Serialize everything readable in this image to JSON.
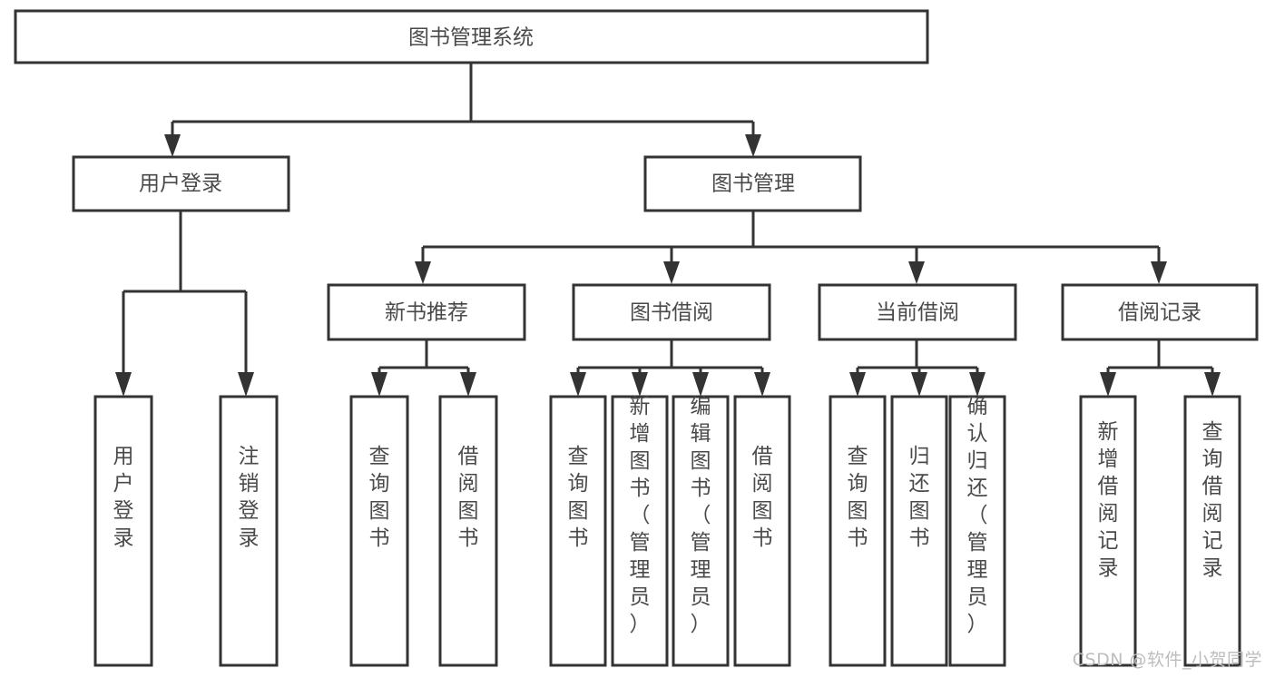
{
  "diagram": {
    "title": "图书管理系统",
    "type": "tree-hierarchy",
    "watermark": "CSDN @软件_小贺同学",
    "root": {
      "label": "图书管理系统"
    },
    "level2": [
      {
        "label": "用户登录"
      },
      {
        "label": "图书管理"
      }
    ],
    "level3": [
      {
        "label": "新书推荐"
      },
      {
        "label": "图书借阅"
      },
      {
        "label": "当前借阅"
      },
      {
        "label": "借阅记录"
      }
    ],
    "leaves": {
      "user_login": [
        {
          "label": "用户登录"
        },
        {
          "label": "注销登录"
        }
      ],
      "new_book_recommend": [
        {
          "label": "查询图书"
        },
        {
          "label": "借阅图书"
        }
      ],
      "book_borrow": [
        {
          "label": "查询图书"
        },
        {
          "label": "新增图书（管理员）"
        },
        {
          "label": "编辑图书（管理员）"
        },
        {
          "label": "借阅图书"
        }
      ],
      "current_borrow": [
        {
          "label": "查询图书"
        },
        {
          "label": "归还图书"
        },
        {
          "label": "确认归还（管理员）"
        }
      ],
      "borrow_record": [
        {
          "label": "新增借阅记录"
        },
        {
          "label": "查询借阅记录"
        }
      ]
    },
    "colors": {
      "box_stroke": "#333333",
      "box_fill": "#ffffff",
      "text": "#4a4a4a",
      "connector": "#333333",
      "watermark": "#bdbdbd",
      "background": "#ffffff"
    }
  }
}
